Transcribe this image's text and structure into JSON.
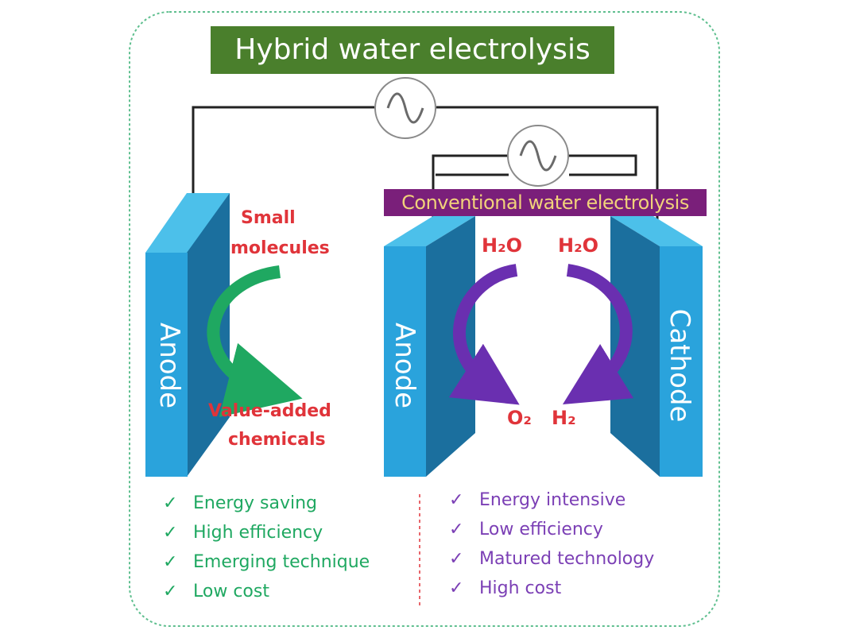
{
  "title": "Hybrid water electrolysis",
  "subtitle": "Conventional water electrolysis",
  "hybrid": {
    "electrode": "Anode",
    "reactant": [
      "Small",
      "molecules"
    ],
    "product": [
      "Value-added",
      "chemicals"
    ],
    "advantages": [
      "Energy saving",
      "High efficiency",
      "Emerging technique",
      "Low cost"
    ]
  },
  "conventional": {
    "anode": "Anode",
    "cathode": "Cathode",
    "anode_reactant": "H₂O",
    "cathode_reactant": "H₂O",
    "anode_product": "O₂",
    "cathode_product": "H₂",
    "disadvantages": [
      "Energy intensive",
      "Low efficiency",
      "Matured technology",
      "High cost"
    ]
  },
  "check_mark": "✓",
  "colors": {
    "title_bg": "#4a7f2c",
    "subtitle_bg": "#7a1f7a",
    "subtitle_text": "#f1d27a",
    "electrode_front": "#2aa3dc",
    "electrode_side": "#1b6f9e",
    "electrode_top": "#4cc0ea",
    "green": "#1fa861",
    "purple": "#6a2fb0",
    "red": "#e0343a",
    "frame": "#5fbf8f"
  },
  "icons": [
    "ac-source-icon",
    "ac-source-icon",
    "green-curved-arrow",
    "purple-curved-arrow"
  ]
}
